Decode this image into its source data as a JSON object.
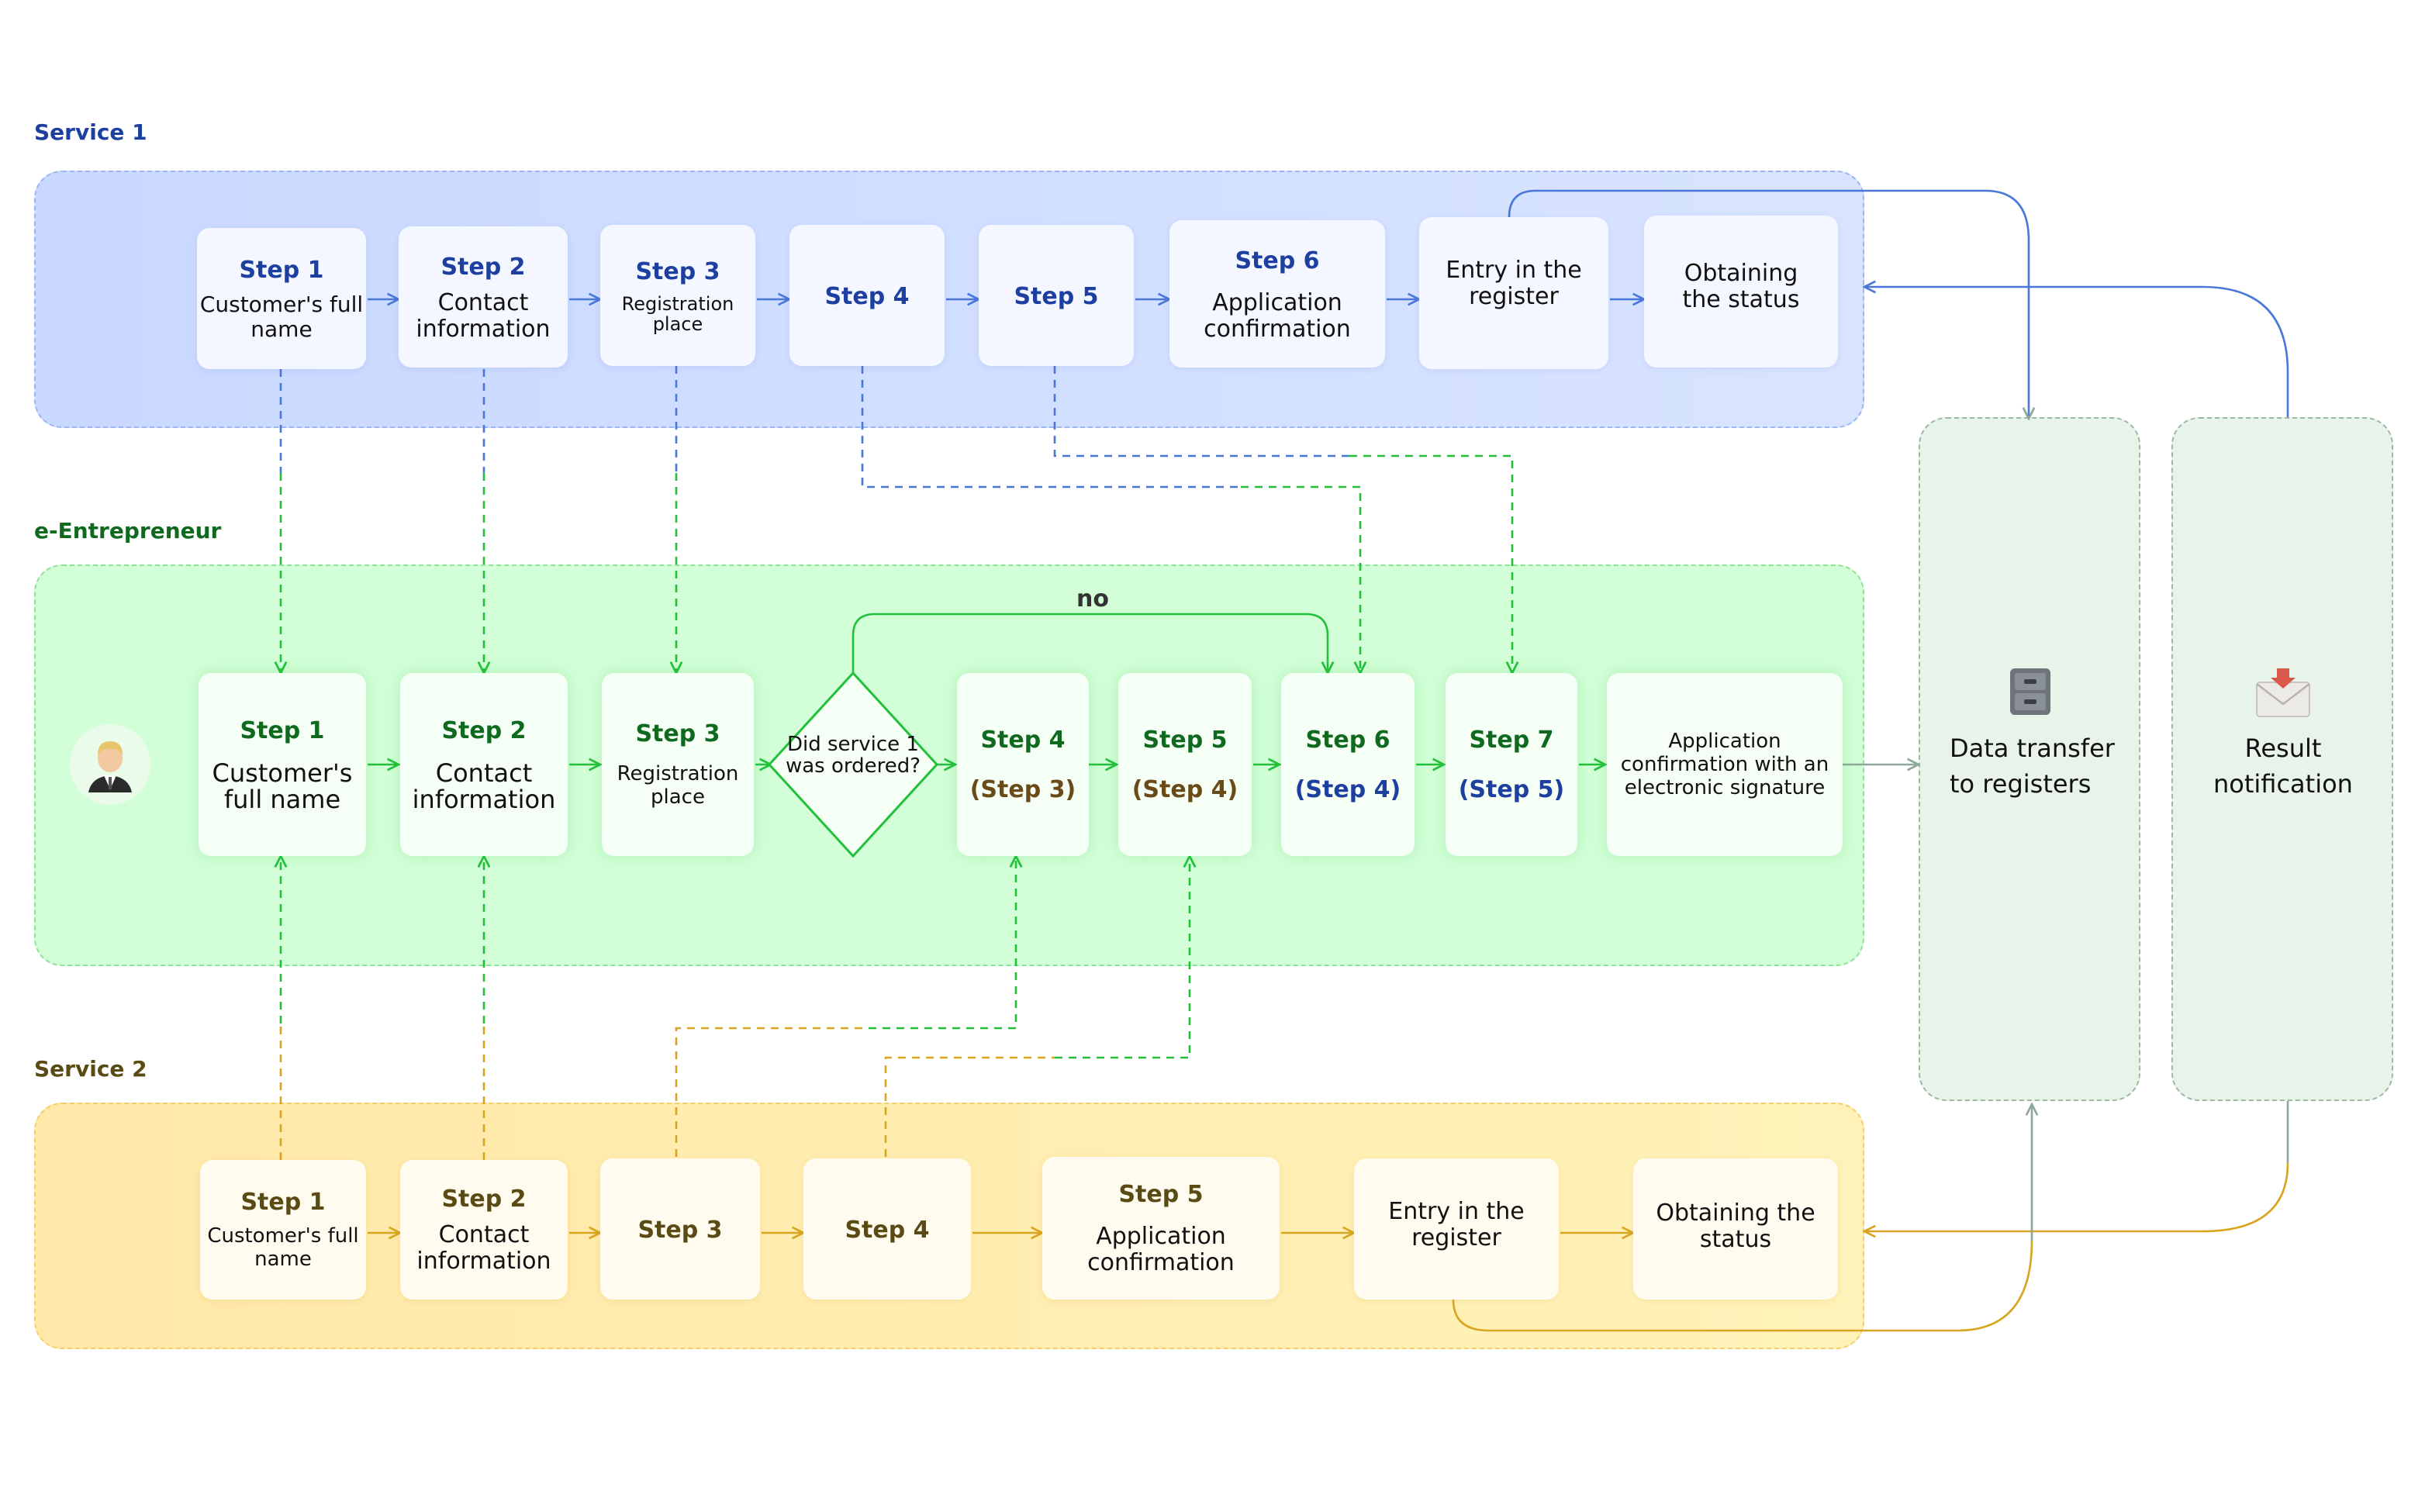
{
  "lanes": {
    "service1": "Service 1",
    "entrepreneur": "e-Entrepreneur",
    "service2": "Service 2"
  },
  "service1": {
    "s1_title": "Step 1",
    "s1_desc": "Customer's full name",
    "s2_title": "Step 2",
    "s2_desc": "Contact information",
    "s3_title": "Step 3",
    "s3_desc": "Registration place",
    "s4_title": "Step 4",
    "s5_title": "Step 5",
    "s6_title": "Step 6",
    "s6_desc": "Application confirmation",
    "entry": "Entry in the register",
    "status": "Obtaining the status"
  },
  "entrepreneur": {
    "avatar_icon": "businessman-icon",
    "s1_title": "Step 1",
    "s1_desc": "Customer's full name",
    "s2_title": "Step 2",
    "s2_desc": "Contact information",
    "s3_title": "Step 3",
    "s3_desc": "Registration place",
    "decision": "Did service 1 was ordered?",
    "no_label": "no",
    "s4_title": "Step 4",
    "s4_ref": "(Step 3)",
    "s5_title": "Step 5",
    "s5_ref": "(Step 4)",
    "s6_title": "Step 6",
    "s6_ref": "(Step 4)",
    "s7_title": "Step 7",
    "s7_ref": "(Step 5)",
    "confirm": "Application confirmation with an electronic signature"
  },
  "service2": {
    "s1_title": "Step 1",
    "s1_desc": "Customer's full name",
    "s2_title": "Step 2",
    "s2_desc": "Contact information",
    "s3_title": "Step 3",
    "s4_title": "Step 4",
    "s5_title": "Step 5",
    "s5_desc": "Application confirmation",
    "entry": "Entry in the register",
    "status": "Obtaining the status"
  },
  "side": {
    "data_transfer": "Data transfer to registers",
    "data_icon": "file-cabinet-icon",
    "result": "Result notification",
    "result_icon": "incoming-envelope-icon"
  },
  "colors": {
    "blue": "#1c3fa0",
    "green": "#0f6a1f",
    "olive": "#5a4a14",
    "blue_line": "#4a78d8",
    "green_line": "#22c03a",
    "yellow_line": "#d8a520",
    "gray_line": "#8fa89a"
  }
}
